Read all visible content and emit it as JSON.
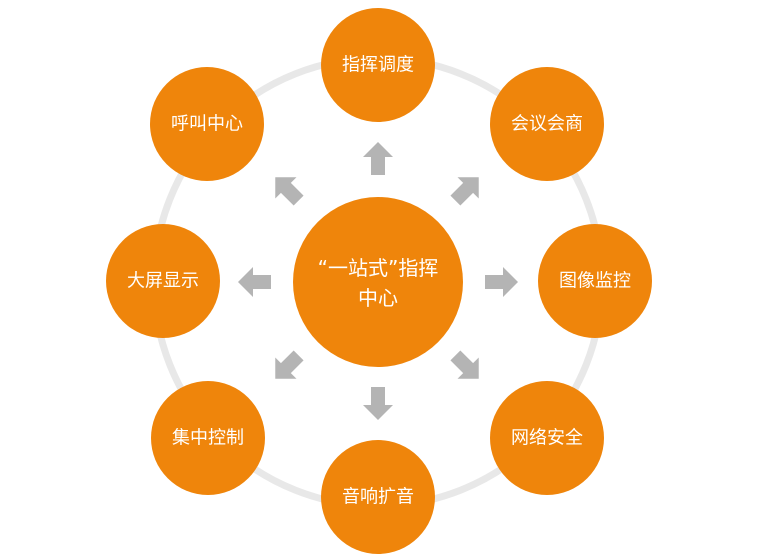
{
  "center": {
    "lines": [
      "“一站式”指挥",
      "中心"
    ]
  },
  "nodes": [
    {
      "label": "指挥调度"
    },
    {
      "label": "会议会商"
    },
    {
      "label": "图像监控"
    },
    {
      "label": "网络安全"
    },
    {
      "label": "音响扩音"
    },
    {
      "label": "集中控制"
    },
    {
      "label": "大屏显示"
    },
    {
      "label": "呼叫中心"
    }
  ],
  "colors": {
    "node": "#EF850B",
    "ring": "#E8E8E8",
    "arrow": "#B4B4B4",
    "label": "#FFFFFF"
  }
}
